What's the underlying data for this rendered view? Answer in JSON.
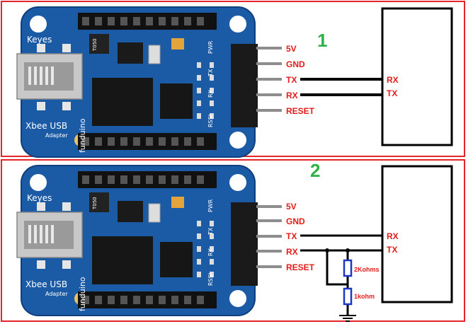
{
  "panels": [
    {
      "number": "1",
      "pins": [
        "5V",
        "GND",
        "TX",
        "RX",
        "RESET"
      ],
      "target_pins": [
        "RX",
        "TX"
      ]
    },
    {
      "number": "2",
      "pins": [
        "5V",
        "GND",
        "TX",
        "RX",
        "RESET"
      ],
      "target_pins": [
        "RX",
        "TX"
      ],
      "resistors": [
        "2Kohms",
        "1kohm"
      ]
    }
  ],
  "board_silk": {
    "brand": "Keyes",
    "product": "Xbee USB",
    "adapter": "Adapter",
    "maker": "funduino",
    "pwr": "PWR",
    "tx": "TX",
    "rx": "RX",
    "rssi": "RSSI",
    "chip": "T050"
  },
  "colors": {
    "frame": "#e3262b",
    "label": "#e41b1b",
    "number": "#2fb24a",
    "board": "#1d5ba7"
  }
}
